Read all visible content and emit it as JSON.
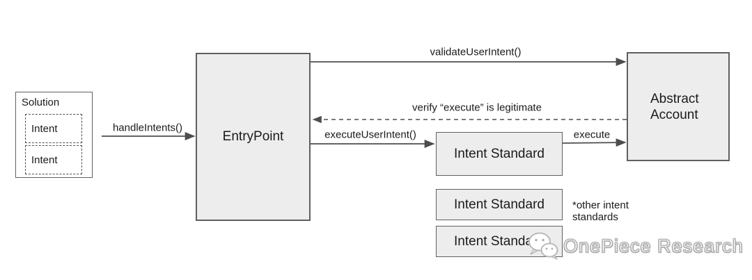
{
  "diagram": {
    "solution": {
      "label": "Solution",
      "intents": [
        {
          "label": "Intent"
        },
        {
          "label": "Intent"
        }
      ]
    },
    "nodes": {
      "entrypoint": "EntryPoint",
      "abstract_account": "Abstract Account",
      "intent_standards": [
        "Intent Standard",
        "Intent Standard",
        "Intent Standard"
      ]
    },
    "edges": {
      "handle_intents": "handleIntents()",
      "validate_user_intent": "validateUserIntent()",
      "verify_execute": "verify “execute” is legitimate",
      "execute_user_intent": "executeUserIntent()",
      "execute": "execute"
    },
    "notes": {
      "other_standards": "*other intent standards"
    },
    "colors": {
      "box_fill": "#ededed",
      "box_border": "#5f5f5f",
      "arrow": "#4d4d4d",
      "text": "#1a1a1a",
      "watermark_outline": "#adadad"
    }
  },
  "watermark": {
    "text": "OnePiece Research",
    "icon": "wechat-icon"
  }
}
